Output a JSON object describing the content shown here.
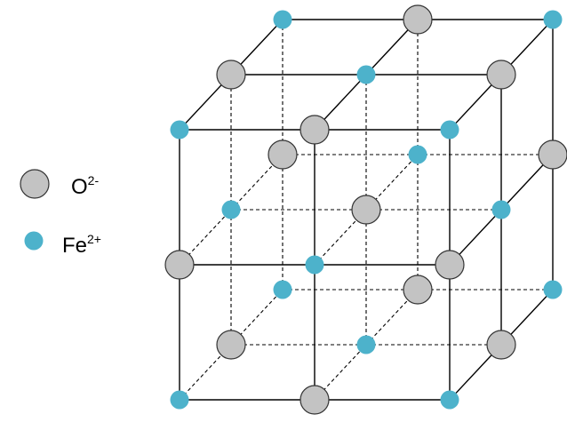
{
  "legend": {
    "oxide": {
      "symbol": "O",
      "charge": "2-"
    },
    "iron": {
      "symbol": "Fe",
      "charge": "2+"
    }
  },
  "colors": {
    "oxide_fill": "#c3c3c3",
    "oxide_stroke": "#333333",
    "iron_fill": "#4db2cb",
    "line": "#000000"
  }
}
